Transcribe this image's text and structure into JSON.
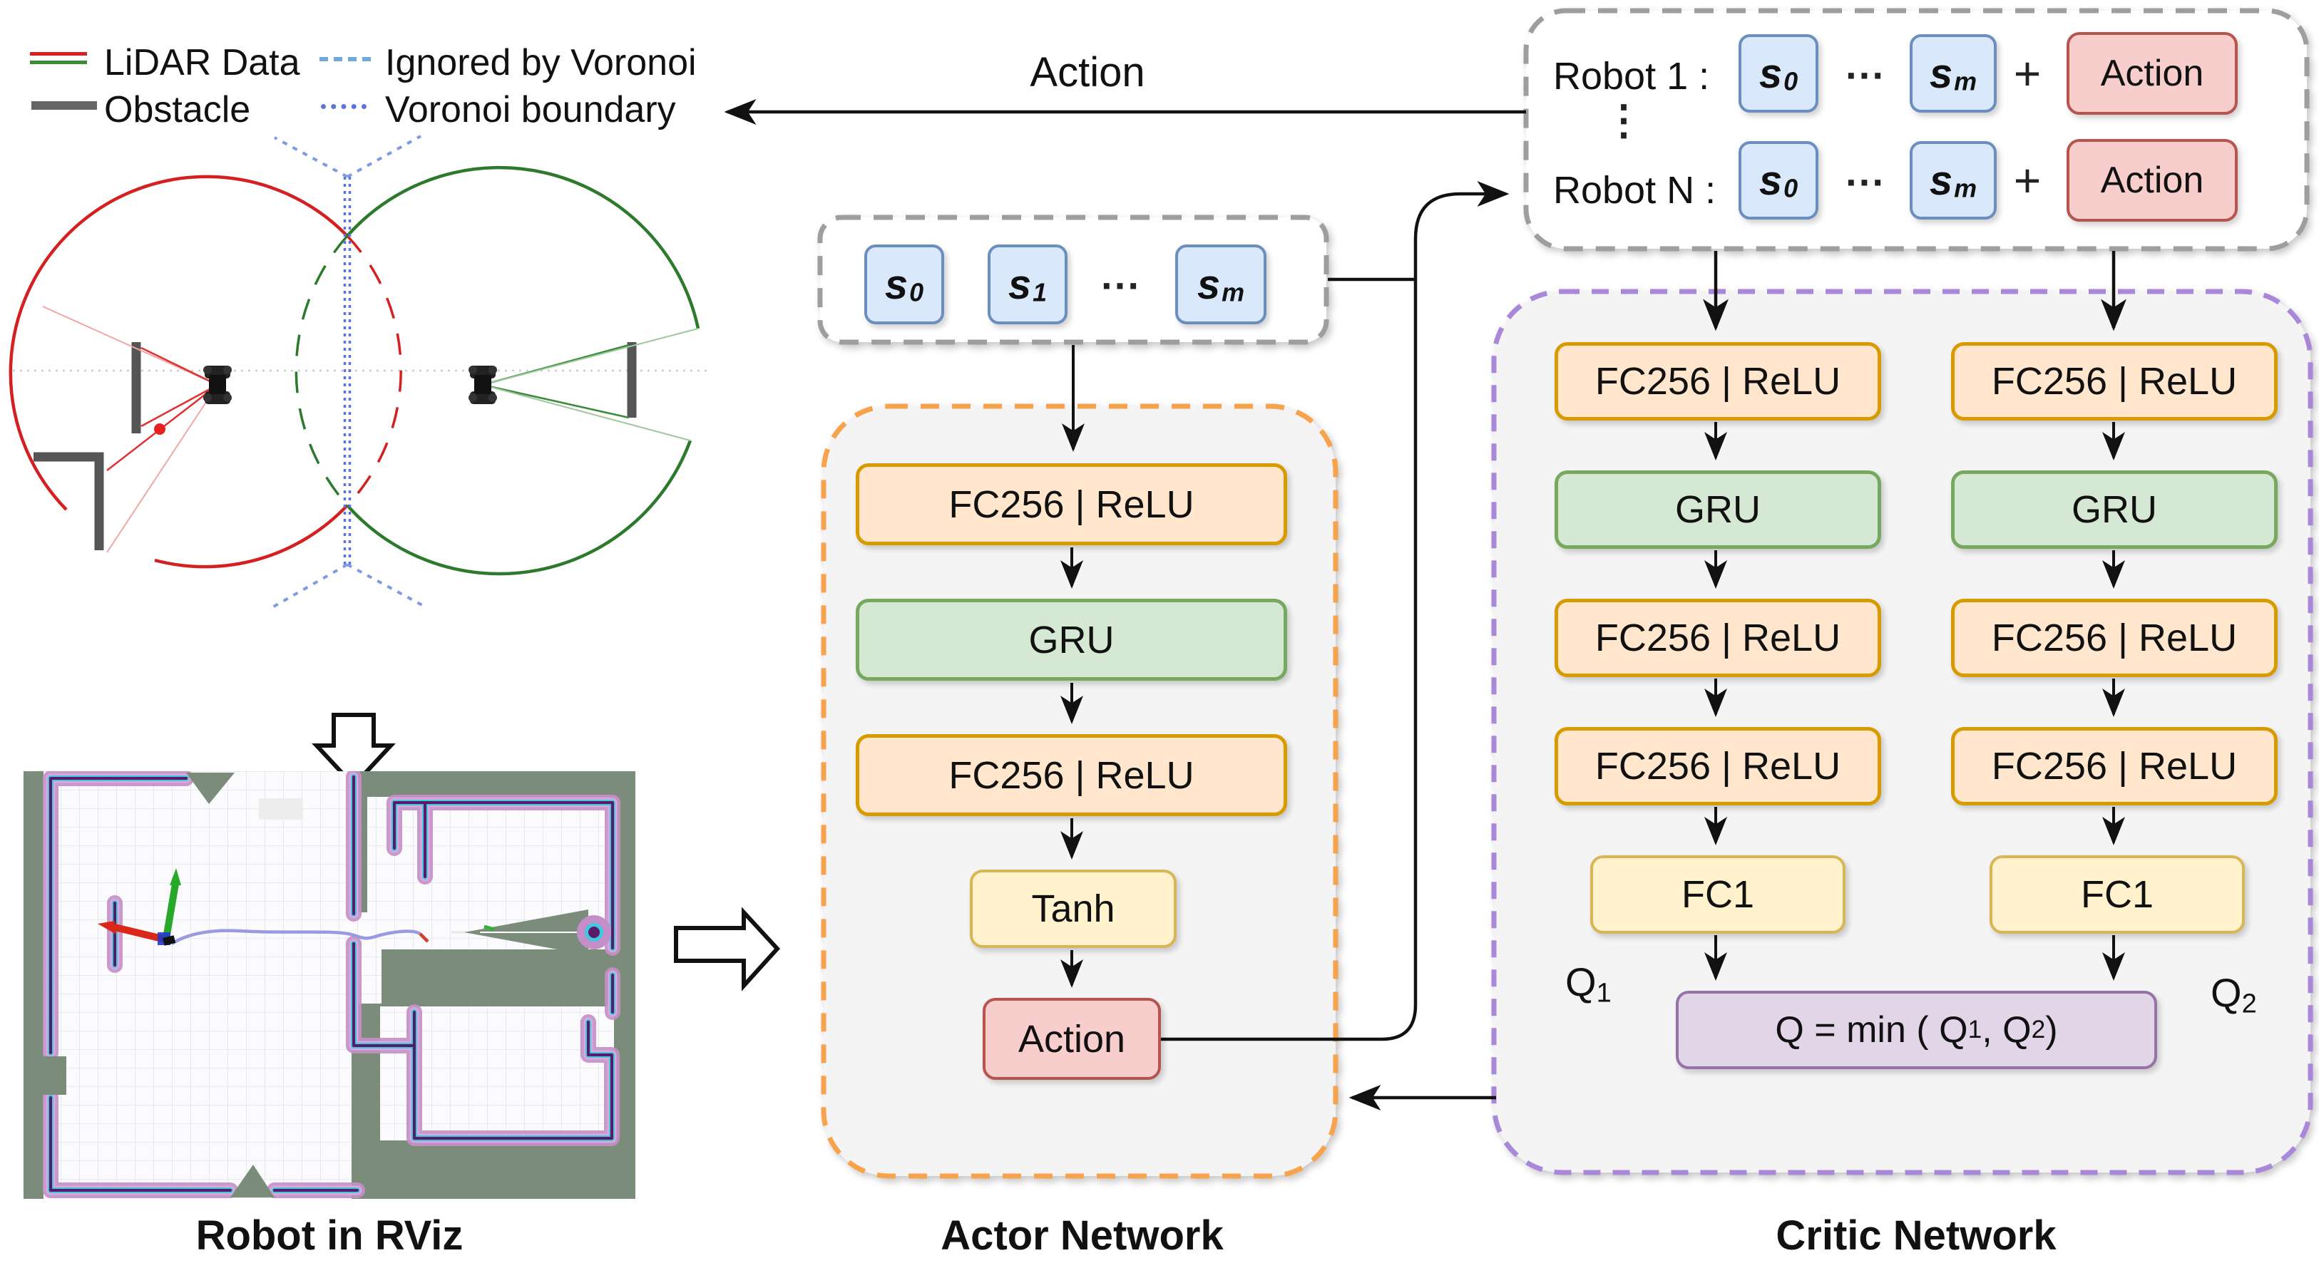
{
  "legend": {
    "items": [
      {
        "label": "LiDAR Data"
      },
      {
        "label": "Obstacle"
      },
      {
        "label": "Ignored by Voronoi"
      },
      {
        "label": "Voronoi boundary"
      }
    ]
  },
  "feedback": {
    "action_label": "Action"
  },
  "state_box": {
    "cells": [
      {
        "base": "s",
        "sub": "0"
      },
      {
        "base": "s",
        "sub": "1"
      },
      {
        "base": "s",
        "sub": "m"
      }
    ],
    "ellipsis": "···"
  },
  "actor": {
    "caption": "Actor Network",
    "layers": [
      "FC256 | ReLU",
      "GRU",
      "FC256 | ReLU",
      "Tanh",
      "Action"
    ]
  },
  "critic": {
    "caption": "Critic Network",
    "layers": [
      "FC256 | ReLU",
      "GRU",
      "FC256 | ReLU",
      "FC256 | ReLU",
      "FC1"
    ],
    "q1": {
      "base": "Q",
      "sub": "1"
    },
    "q2": {
      "base": "Q",
      "sub": "2"
    },
    "q_formula": {
      "p1": "Q = min ( Q",
      "s1": "1",
      "p2": ", Q",
      "s2": "2",
      "p3": " )"
    }
  },
  "robot_pool": {
    "rows": [
      {
        "label": "Robot 1 :"
      },
      {
        "label": "Robot N :"
      }
    ],
    "vdots": "⋮",
    "ellipsis": "···",
    "plus": "+",
    "action_label": "Action",
    "s0": {
      "base": "s",
      "sub": "0"
    },
    "sm": {
      "base": "s",
      "sub": "m"
    }
  },
  "rviz": {
    "caption": "Robot in RViz"
  },
  "colors": {
    "accent_orange": "#d79b00",
    "accent_green": "#77a85f",
    "accent_yellow": "#d6b656",
    "accent_red": "#b85450",
    "accent_purple": "#9673a6",
    "accent_blue": "#6c8ebf",
    "lidar_red": "#d42020",
    "lidar_green": "#3a8a3a",
    "obstacle_gray": "#666666",
    "ignored_blue": "#6fa8dc",
    "boundary_blue": "#5b75d6",
    "map_bg": "#7b8c7b",
    "wall_plum": "#c48fc8",
    "wall_core": "#5a1a6a",
    "wall_cyan": "#41c8e0"
  }
}
